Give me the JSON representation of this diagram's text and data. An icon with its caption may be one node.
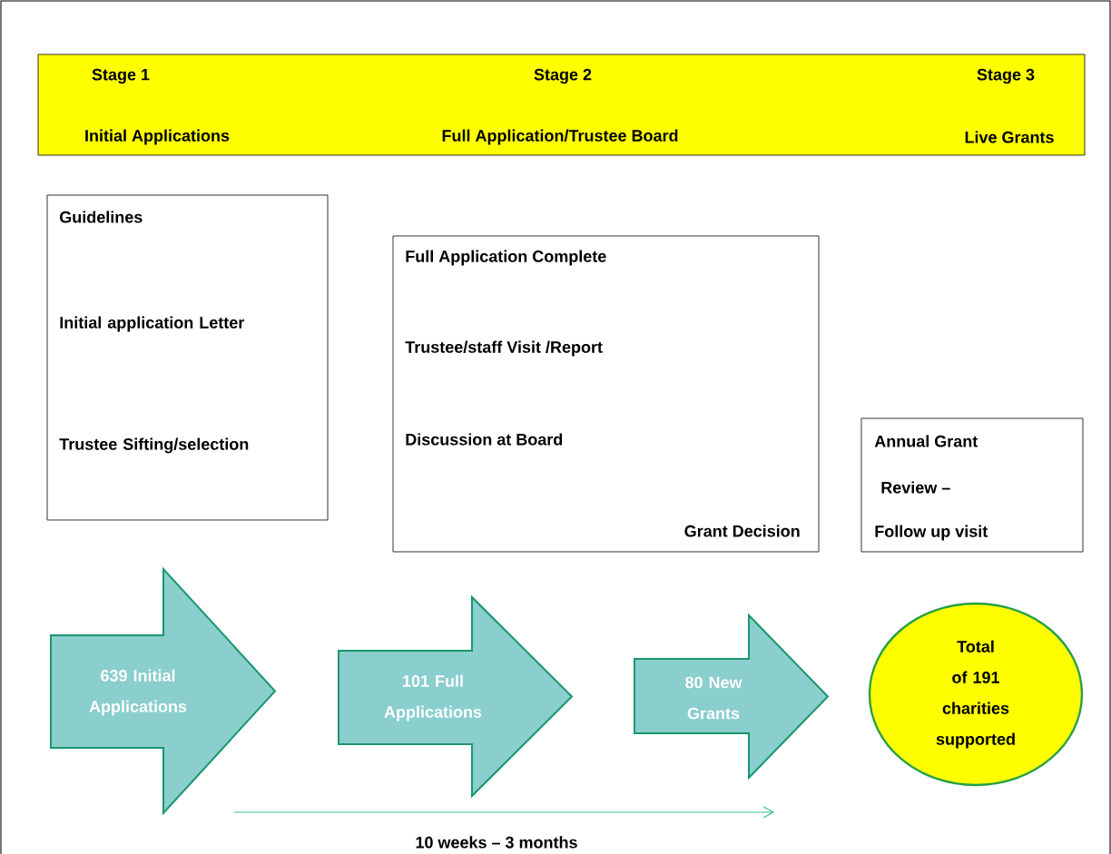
{
  "diagram": {
    "nodes": [
      {
        "text": [
          "Stage 1",
          "Initial Applications",
          "Stage 2",
          "Full Application/Trustee Board",
          "Stage 3",
          "Live Grants"
        ]
      },
      {
        "text": [
          "Guidelines",
          "Initial application Letter",
          "Trustee Sifting/selection"
        ]
      },
      {
        "text": [
          "Full Application Complete",
          "Trustee/staff Visit /Report",
          "Discussion at Board",
          "Grant Decision"
        ]
      },
      {
        "text": [
          "Annual Grant",
          "Review –",
          "Follow up visit"
        ]
      },
      {
        "text": [
          "639 Initial Applications"
        ]
      },
      {
        "text": [
          "101 Full Applications"
        ]
      },
      {
        "text": [
          "80 New Grants"
        ]
      },
      {
        "text": [
          "Total of 191 charities supported"
        ]
      }
    ],
    "labels": [
      "10 weeks – 3 months"
    ]
  }
}
